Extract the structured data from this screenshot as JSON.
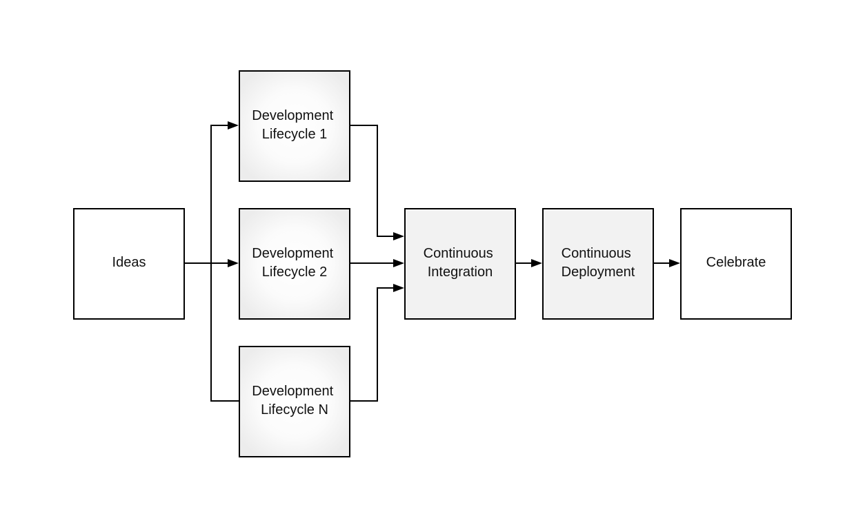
{
  "nodes": {
    "ideas": {
      "lines": [
        "Ideas"
      ],
      "fill": "#ffffff"
    },
    "dev1": {
      "lines": [
        "Development",
        "Lifecycle 1"
      ],
      "fill": "radial"
    },
    "dev2": {
      "lines": [
        "Development",
        "Lifecycle 2"
      ],
      "fill": "radial"
    },
    "devn": {
      "lines": [
        "Development",
        "Lifecycle N"
      ],
      "fill": "radial"
    },
    "ci": {
      "lines": [
        "Continuous",
        "Integration"
      ],
      "fill": "#f2f2f2"
    },
    "cd": {
      "lines": [
        "Continuous",
        "Deployment"
      ],
      "fill": "#f2f2f2"
    },
    "celebrate": {
      "lines": [
        "Celebrate"
      ],
      "fill": "#ffffff"
    }
  },
  "edges": [
    {
      "from": "ideas",
      "to": "dev1"
    },
    {
      "from": "ideas",
      "to": "dev2"
    },
    {
      "from": "ideas",
      "to": "devn"
    },
    {
      "from": "dev1",
      "to": "ci"
    },
    {
      "from": "dev2",
      "to": "ci"
    },
    {
      "from": "devn",
      "to": "ci"
    },
    {
      "from": "ci",
      "to": "cd"
    },
    {
      "from": "cd",
      "to": "celebrate"
    }
  ],
  "colors": {
    "stroke": "#000000",
    "text": "#111111",
    "plain_fill": "#ffffff",
    "shaded_fill": "#f2f2f2",
    "gradient_center": "#ffffff",
    "gradient_edge": "#eeeeee"
  }
}
